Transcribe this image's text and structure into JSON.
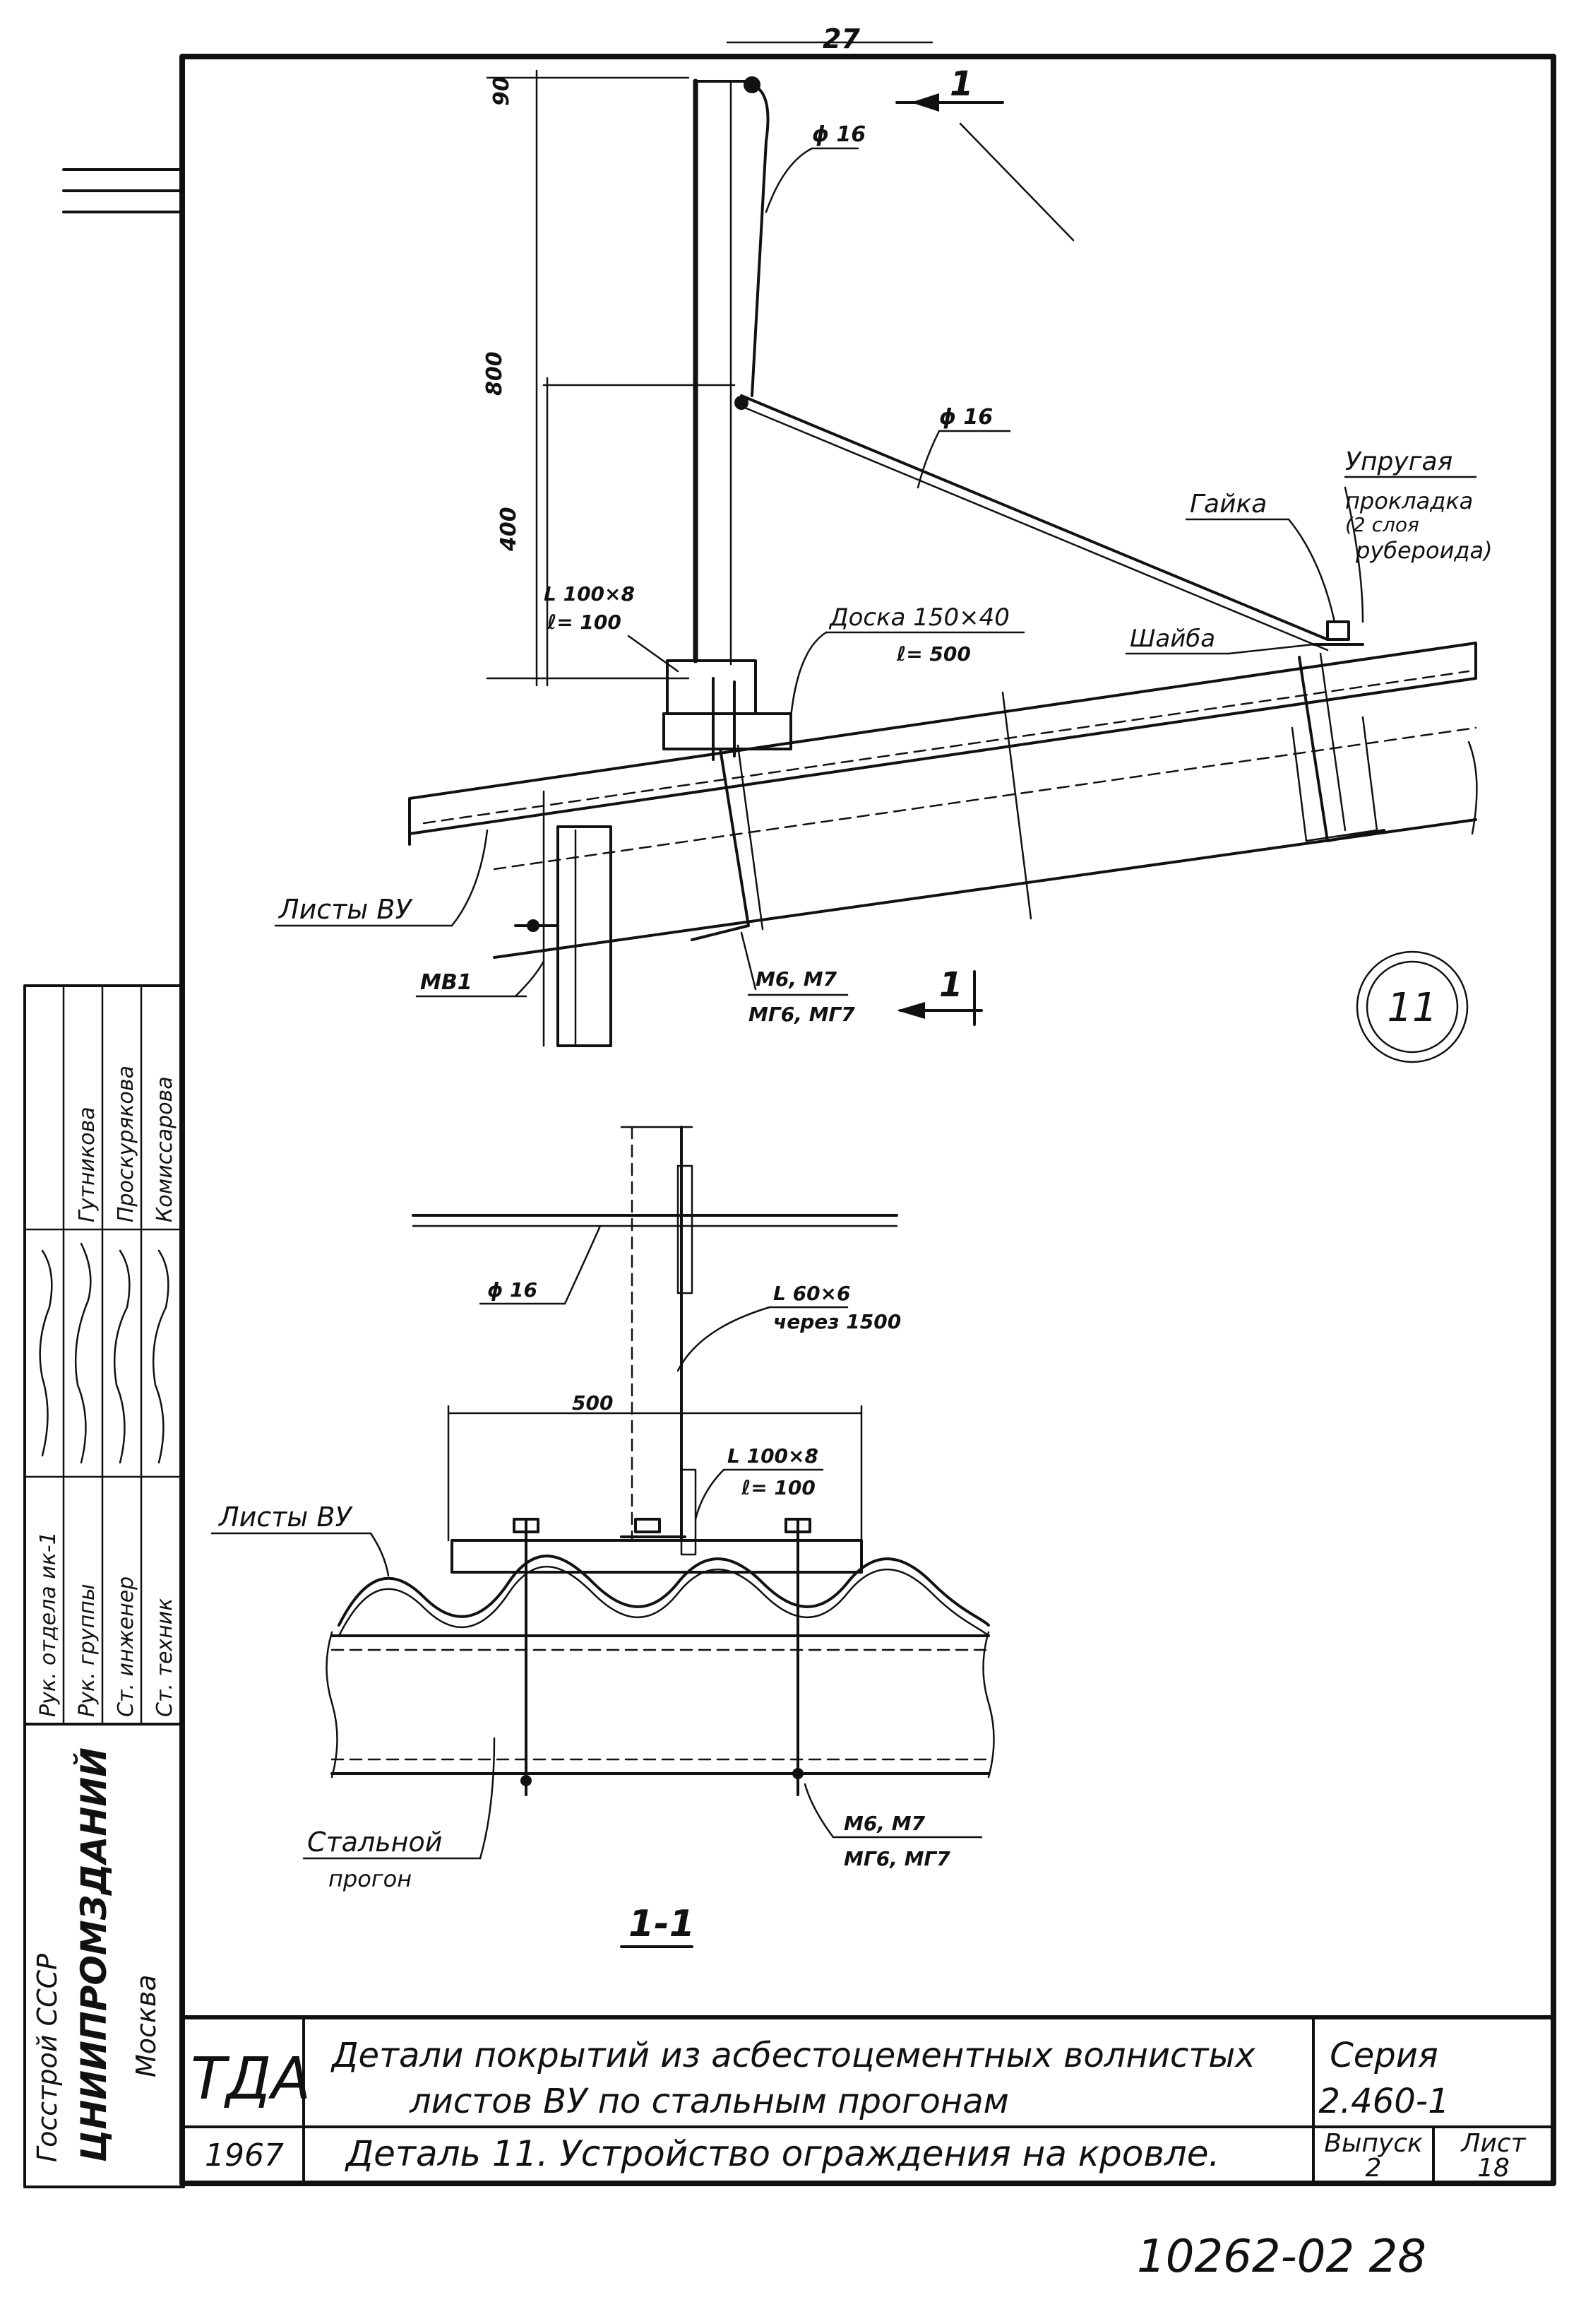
{
  "drawing": {
    "top_dim": "27",
    "section_mark": "1",
    "detail_number": "11",
    "section_title": "1-1"
  },
  "detail_view": {
    "dims": {
      "top": "90",
      "height": "800",
      "lower": "400"
    },
    "labels": {
      "rod_top": "ϕ 16",
      "rod_brace": "ϕ 16",
      "elastic_pad_1": "Упругая",
      "elastic_pad_2": "прокладка",
      "elastic_pad_3": "(2 слоя",
      "elastic_pad_4": "рубероида)",
      "nut": "Гайка",
      "washer": "Шайба",
      "angle_1": "L 100×8",
      "angle_2": "ℓ= 100",
      "board_1": "Доска 150×40",
      "board_2": "ℓ= 500",
      "sheets": "Листы ВУ",
      "mv": "МВ1",
      "m6_1": "М6, М7",
      "m6_2": "МГ6, МГ7"
    }
  },
  "section_view": {
    "labels": {
      "rod": "ϕ 16",
      "angle60_1": "L 60×6",
      "angle60_2": "через 1500",
      "dim500": "500",
      "angle100_1": "L 100×8",
      "angle100_2": "ℓ= 100",
      "sheets": "Листы ВУ",
      "purlin_1": "Стальной",
      "purlin_2": "прогон",
      "m6_1": "М6, М7",
      "m6_2": "МГ6, МГ7"
    }
  },
  "side_stamp": {
    "org_1": "Госстрой СССР",
    "org_2": "ЦНИИПРОМЗДАНИЙ",
    "org_3": "Москва",
    "roles": [
      "Рук. отдела ик-1",
      "Рук. группы",
      "Ст. инженер",
      "Ст. техник"
    ],
    "names": [
      "",
      "Гутникова",
      "Проскурякова",
      "Комиссарова"
    ]
  },
  "title_block": {
    "code": "ТДА",
    "year": "1967",
    "title_1": "Детали покрытий из асбестоцементных волнистых",
    "title_2": "листов ВУ по стальным прогонам",
    "subtitle": "Деталь 11. Устройство ограждения на кровле.",
    "series_label": "Серия",
    "series_value": "2.460-1",
    "issue_label": "Выпуск",
    "issue_value": "2",
    "sheet_label": "Лист",
    "sheet_value": "18"
  },
  "footer_number": "10262-02 28"
}
